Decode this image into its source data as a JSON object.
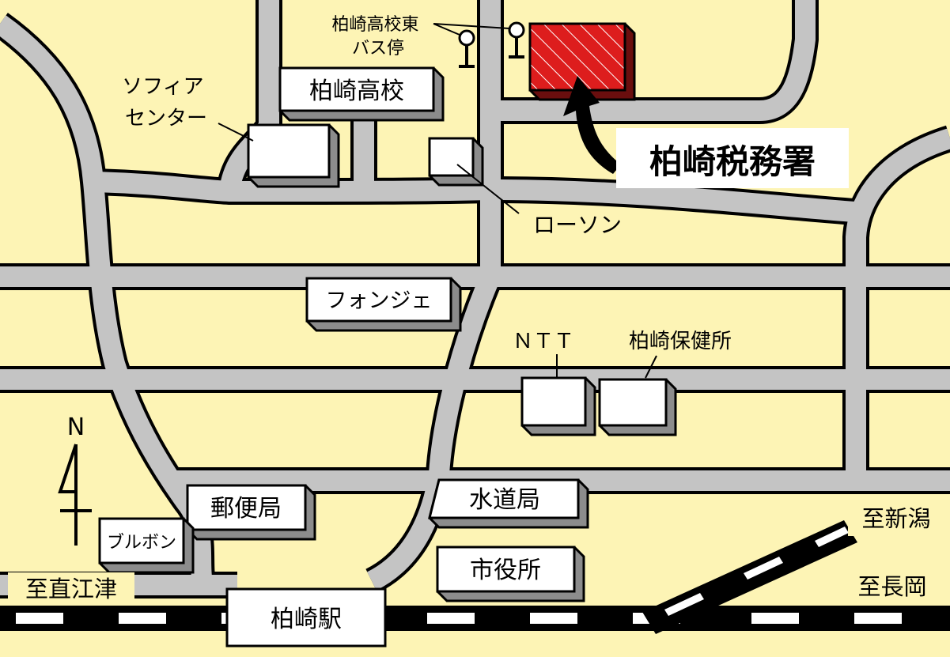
{
  "map": {
    "colors": {
      "land": "#fdf4b5",
      "road": "#c4c4c4",
      "outline": "#000000",
      "building": "#ffffff",
      "building_side": "#8c8c8c",
      "target": "#dd1d1d",
      "rail_white": "#ffffff"
    },
    "target": {
      "label": "柏崎税務署"
    },
    "landmarks": {
      "high_school": "柏崎高校",
      "sofia_center": "ソフィア\nセンター",
      "lawson": "ローソン",
      "fonje": "フォンジェ",
      "ntt": "ＮＴＴ",
      "health_center": "柏崎保健所",
      "post_office": "郵便局",
      "water_bureau": "水道局",
      "bourbon": "ブルボン",
      "city_hall": "市役所",
      "station": "柏崎駅"
    },
    "bus_stop": {
      "label": "柏崎高校東\nバス停",
      "icon": "bus-stop-icon"
    },
    "directions": {
      "niigata": "至新潟",
      "nagaoka": "至長岡",
      "naoetsu": "至直江津"
    },
    "compass": {
      "label": "N",
      "icon": "north-arrow-icon"
    }
  }
}
